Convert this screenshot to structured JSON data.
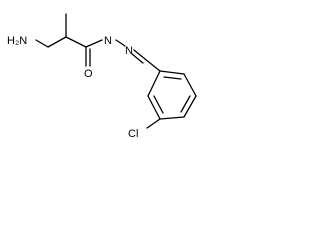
{
  "molecule": {
    "atom_labels": {
      "amine": "H₂N",
      "carbonyl_oxygen": "O",
      "nitrogen_1": "N",
      "nitrogen_2": "N",
      "chlorine": "Cl"
    },
    "colors": {
      "bond": "#000000",
      "text": "#000000",
      "background": "#ffffff"
    }
  }
}
